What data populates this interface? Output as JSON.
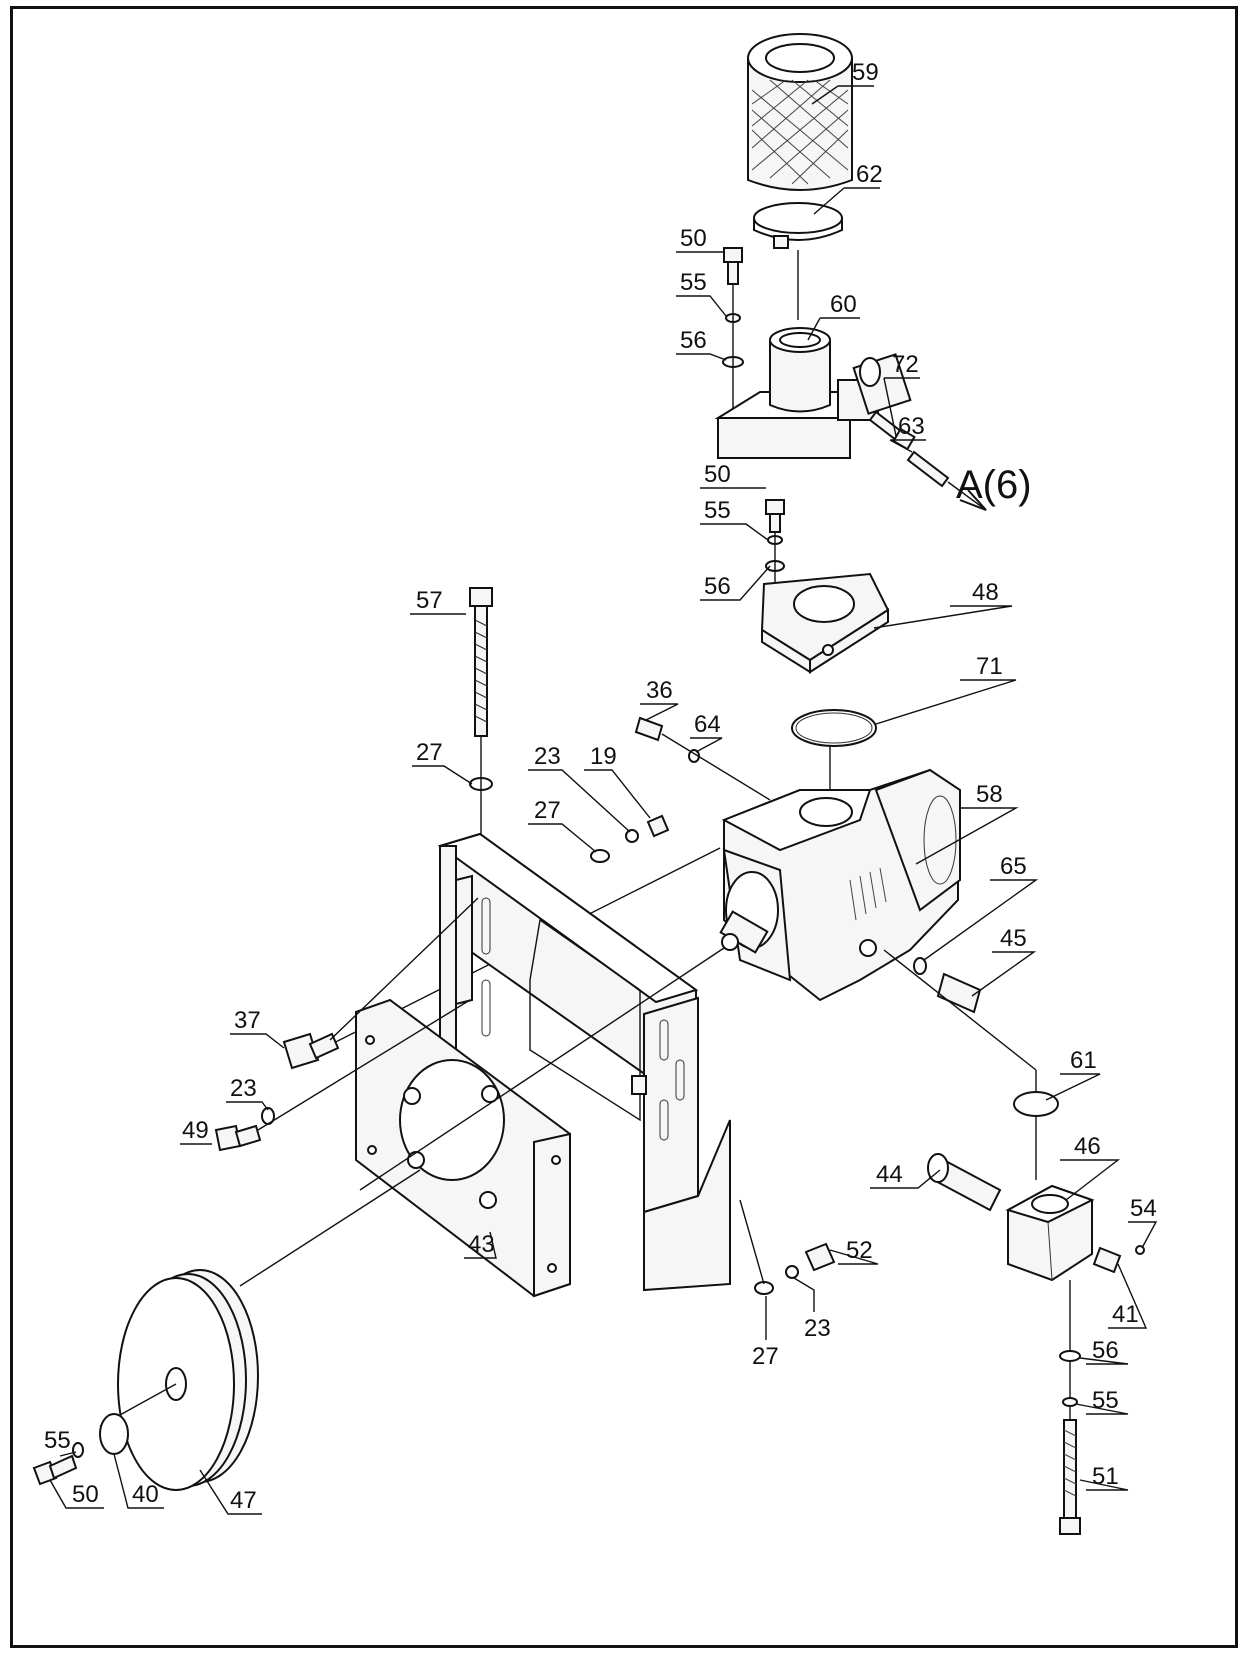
{
  "reference_label": "A(6)",
  "callouts": {
    "c59": "59",
    "c62": "62",
    "c50_top": "50",
    "c55_top": "55",
    "c60": "60",
    "c56_top": "56",
    "c72": "72",
    "c63": "63",
    "c50_mid": "50",
    "c55_mid": "55",
    "c56_mid": "56",
    "c48": "48",
    "c71": "71",
    "c57": "57",
    "c36": "36",
    "c64": "64",
    "c27_a": "27",
    "c23_a": "23",
    "c19": "19",
    "c27_b": "27",
    "c58": "58",
    "c65": "65",
    "c45": "45",
    "c37": "37",
    "c61": "61",
    "c23_b": "23",
    "c49": "49",
    "c46": "46",
    "c44": "44",
    "c54": "54",
    "c43": "43",
    "c52": "52",
    "c23_c": "23",
    "c41": "41",
    "c27_c": "27",
    "c56_bot": "56",
    "c55_bot": "55",
    "c50_bot": "50",
    "c40": "40",
    "c47": "47",
    "c55_bot2": "55",
    "c51": "51"
  }
}
